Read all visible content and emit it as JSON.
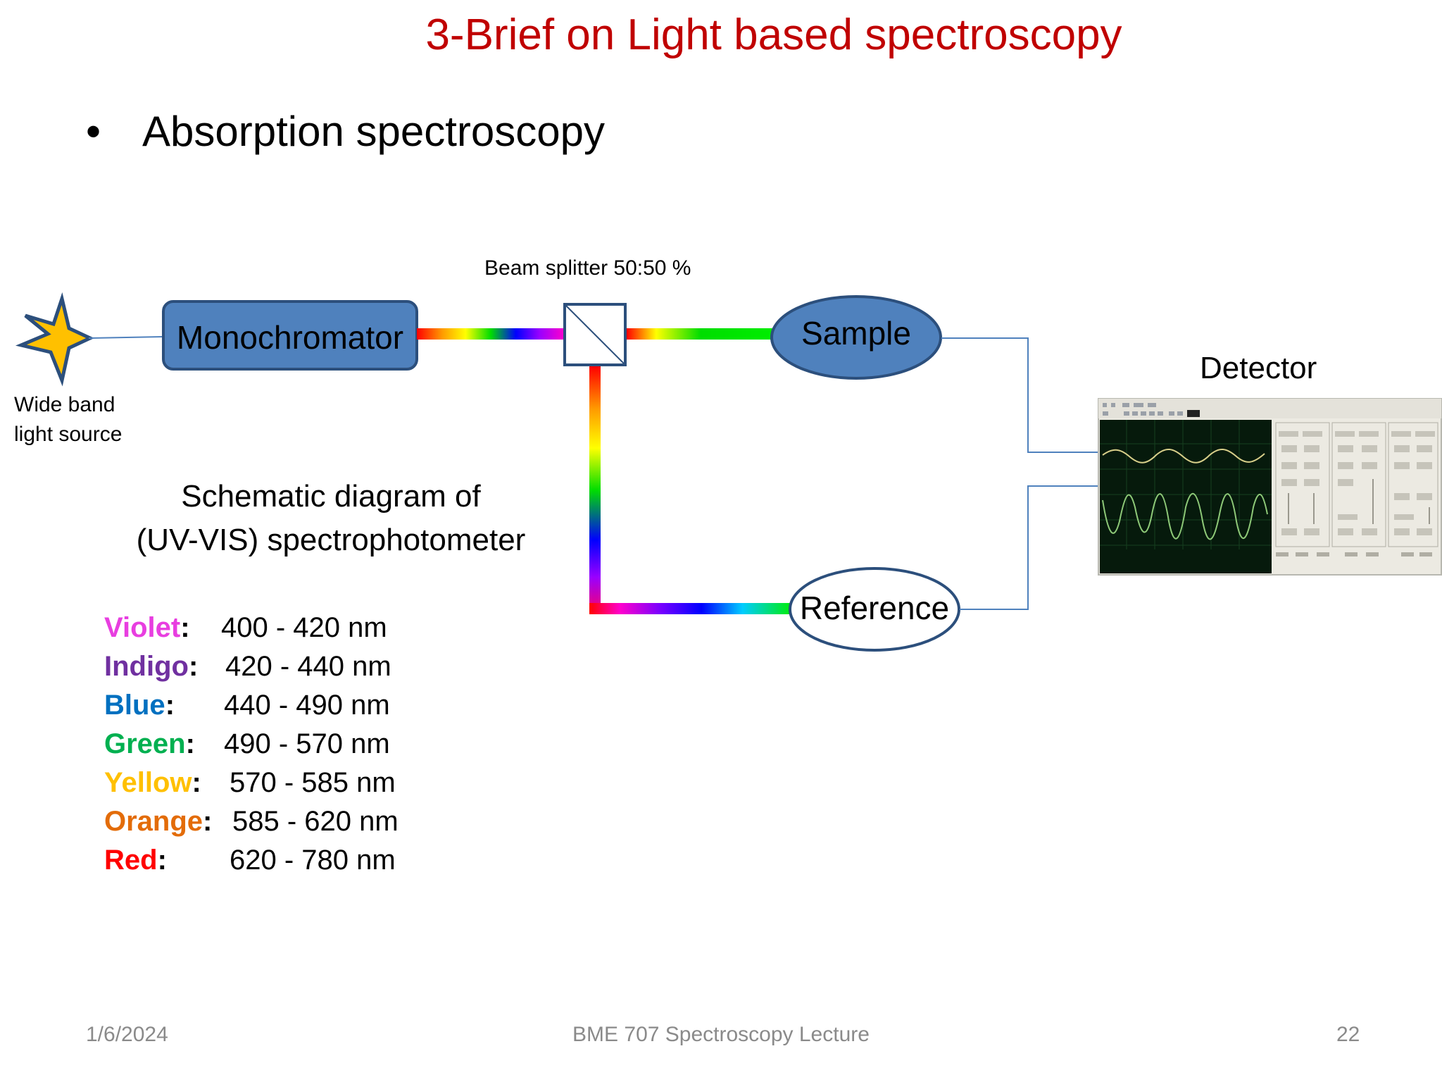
{
  "slide": {
    "title": "3-Brief on Light based spectroscopy",
    "bullet": "Absorption spectroscopy"
  },
  "diagram": {
    "beam_splitter_label": "Beam splitter 50:50 %",
    "monochromator_label": "Monochromator",
    "sample_label": "Sample",
    "reference_label": "Reference",
    "detector_label": "Detector",
    "source_label_line1": "Wide band",
    "source_label_line2": "light source",
    "caption_line1": "Schematic diagram of",
    "caption_line2": "(UV-VIS) spectrophotometer"
  },
  "ranges": [
    {
      "name": "Violet",
      "value": "400 - 420 nm",
      "color": "#e83ee0"
    },
    {
      "name": "Indigo",
      "value": "420 - 440 nm",
      "color": "#7030a0"
    },
    {
      "name": "Blue",
      "value": "440 - 490 nm",
      "color": "#0070c0"
    },
    {
      "name": "Green",
      "value": "490 - 570 nm",
      "color": "#00b050"
    },
    {
      "name": "Yellow",
      "value": "570 - 585 nm",
      "color": "#ffc000"
    },
    {
      "name": "Orange",
      "value": "585 - 620 nm",
      "color": "#e36c09"
    },
    {
      "name": "Red",
      "value": "620 - 780 nm",
      "color": "#ff0000"
    }
  ],
  "footer": {
    "date": "1/6/2024",
    "center": "BME 707 Spectroscopy Lecture",
    "page": "22"
  },
  "colors": {
    "title": "#c00000",
    "shape_fill": "#4f81bd",
    "shape_border": "#2c4f7c",
    "connector": "#4f81bd"
  }
}
